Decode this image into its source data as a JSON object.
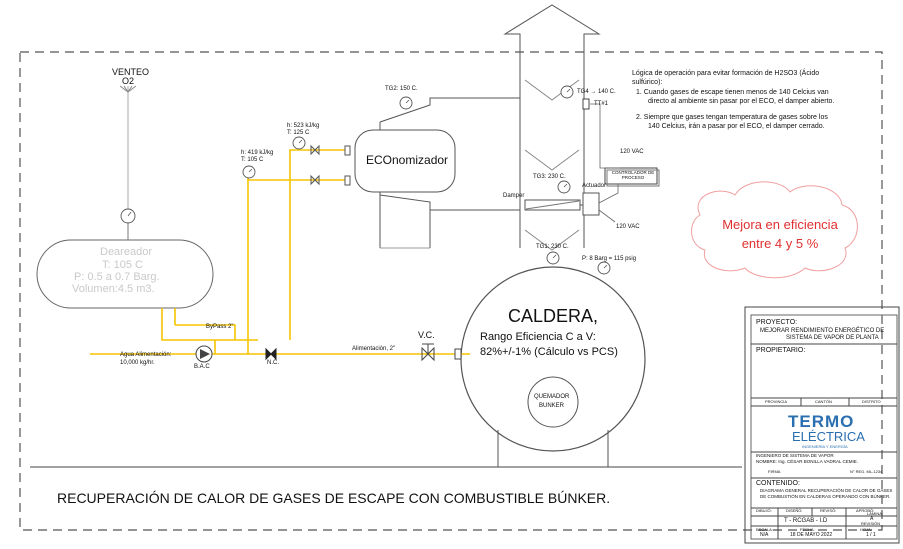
{
  "colors": {
    "pipe": "#f5c400",
    "line": "#555555",
    "red_note": "#e03030",
    "ghost": "#c9c9c9",
    "logo": "#2a6fb0"
  },
  "venteo": {
    "line1": "VENTEO",
    "line2": "O2"
  },
  "deaerator": {
    "title": "Deareador",
    "temp": "T: 105 C",
    "pressure": "P: 0.5 a 0.7 Barg.",
    "volume": "Volumen:4.5 m3."
  },
  "economizer": {
    "label": "ECOnomizador"
  },
  "boiler": {
    "title": "CALDERA,",
    "range": "Rango Eficiencia C a V:",
    "value": "82%+/-1% (Cálculo vs PCS)"
  },
  "burner": {
    "line1": "QUEMADOR",
    "line2": "BUNKER"
  },
  "gauges": {
    "tg2": "TG2: 150 C.",
    "tg4": "TG4 → 140 C.",
    "tt1": "TT#1",
    "tg3": "TG3: 230 C.",
    "tg1": "TG1: 230 C.",
    "pressure": "P: 8 Barg = 115 psig",
    "h523": "h: 523 kJ/kg",
    "t125": "T: 125 C",
    "h419": "h: 419 kJ/kg",
    "t105": "T: 105 C"
  },
  "labels": {
    "damper": "Damper",
    "actuador": "Actuador",
    "vac_top": "120 VAC",
    "vac_bottom": "120 VAC",
    "controller": "CONTROLADOR DE PROCESO",
    "bypass": "ByPass 2\"",
    "alimentacion": "Alimentación, 2\"",
    "vc": "V.C.",
    "nc": "N.C.",
    "bac": "B.A.C",
    "agua1": "Agua Alimentación:",
    "agua2": "10,000 kg/hr."
  },
  "logic": {
    "title1": "Lógica de operación para evitar formación de H2SO3 (Ácido",
    "title2": "sulfúrico):",
    "item1_l1": "1.   Cuando gases de escape tienen menos de 140 Celcius van",
    "item1_l2": "directo al ambiente sin pasar por el ECO, el damper abierto.",
    "item2_l1": "2.   Siempre que gases tengan temperatura de gases sobre los",
    "item2_l2": "140 Celcius, irán a pasar por el ECO, el damper cerrado."
  },
  "efficiency_note": {
    "line1": "Mejora en eficiencia",
    "line2": "entre 4 y 5 %"
  },
  "footer_title": "RECUPERACIÓN DE CALOR DE GASES DE ESCAPE CON COMBUSTIBLE BÚNKER.",
  "title_block": {
    "proyecto_label": "PROYECTO:",
    "proyecto_l1": "MEJORAR RENDIMIENTO ENERGÉTICO DE",
    "proyecto_l2": "SISTEMA DE VAPOR DE PLANTA",
    "propietario_label": "PROPIETARIO:",
    "col1": "PROVINCIA",
    "col2": "CANTÓN",
    "col3": "DISTRITO",
    "logo_top": "TERMO",
    "logo_mid": "ELÉCTRICA",
    "logo_sub": "INGENIERÍA Y ENERGÍA",
    "ingeniero": "INGENIERO DE SISTEMA DE VAPOR",
    "nombre": "NOMBRE: Ing. CÉSAR BONILLA VADRAL CEMIE.",
    "firma": "FIRMA",
    "registro": "N° REG. ML-1234",
    "contenido_label": "CONTENIDO:",
    "contenido_l1": "DIAGRAMA GENERAL RECUPERACIÓN DE CALOR DE GASES",
    "contenido_l2": "DE COMBUSTIÓN EN CALDERAS OPERANDO CON BÚNKER.",
    "dibujo": "DIBUJÓ:",
    "diseno": "DISEÑÓ:",
    "reviso": "REVISÓ:",
    "aprobo": "APROBÓ:",
    "lamina": "LÁMINA:",
    "lamina_val": "A",
    "code": "T - RCGAB - I.D",
    "revision": "REVISIÓN",
    "escala_label": "ESCALA:",
    "escala": "N/A",
    "fecha_label": "FECHA:",
    "fecha": "18 DE MAYO 2022",
    "hoja_label": "HOJA:",
    "hoja": "1 / 1"
  }
}
